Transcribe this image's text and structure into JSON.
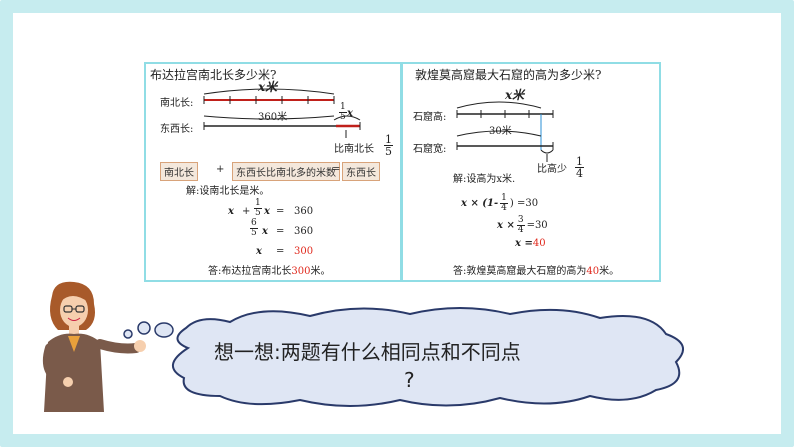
{
  "problem1": {
    "question": "布达拉宫南北长多少米?",
    "x_label": "x米",
    "ns_label": "南北长:",
    "ew_label": "东西长:",
    "len_360": "360米",
    "frac_1_5": {
      "n": "1",
      "d": "5"
    },
    "x_small": "x",
    "compare": "比南北长",
    "box1": "南北长",
    "plus": "+",
    "box2": "东西长比南北多的米数",
    "equals": "=",
    "box3": "东西长",
    "solve": "解:设南北长是米。",
    "eq1_x": "x",
    "eq1_plus": "+",
    "eq1_x2": "x",
    "eq1_eq": "=",
    "eq1_val": "360",
    "eq2_frac": {
      "n": "6",
      "d": "5"
    },
    "eq2_x": "x",
    "eq2_eq": "=",
    "eq2_val": "360",
    "eq3_x": "x",
    "eq3_eq": "=",
    "eq3_val": "300",
    "answer_pre": "答:布达拉宫南北长",
    "answer_val": "300",
    "answer_post": "米。"
  },
  "problem2": {
    "question": "敦煌莫高窟最大石窟的高为多少米?",
    "x_label": "x米",
    "h_label": "石窟高:",
    "w_label": "石窟宽:",
    "len_30": "30米",
    "compare": "比高少",
    "frac_1_4": {
      "n": "1",
      "d": "4"
    },
    "solve": "解:设高为x米.",
    "eq1_pre": "x × (1-",
    "eq1_frac": {
      "n": "1",
      "d": "4"
    },
    "eq1_post": ") =30",
    "eq2_pre": "x ×",
    "eq2_frac": {
      "n": "3",
      "d": "4"
    },
    "eq2_post": "=30",
    "eq3_pre": "x =",
    "eq3_val": "40",
    "answer_pre": "答:敦煌莫高窟最大石窟的高为",
    "answer_val": "40",
    "answer_post": "米。"
  },
  "thought": {
    "line1": "想一想:两题有什么相同点和不同点",
    "line2": "?"
  },
  "colors": {
    "border": "#c6ecef",
    "panel_border": "#90dde5",
    "red": "#e0281c",
    "cloud": "#dfe6f4"
  }
}
